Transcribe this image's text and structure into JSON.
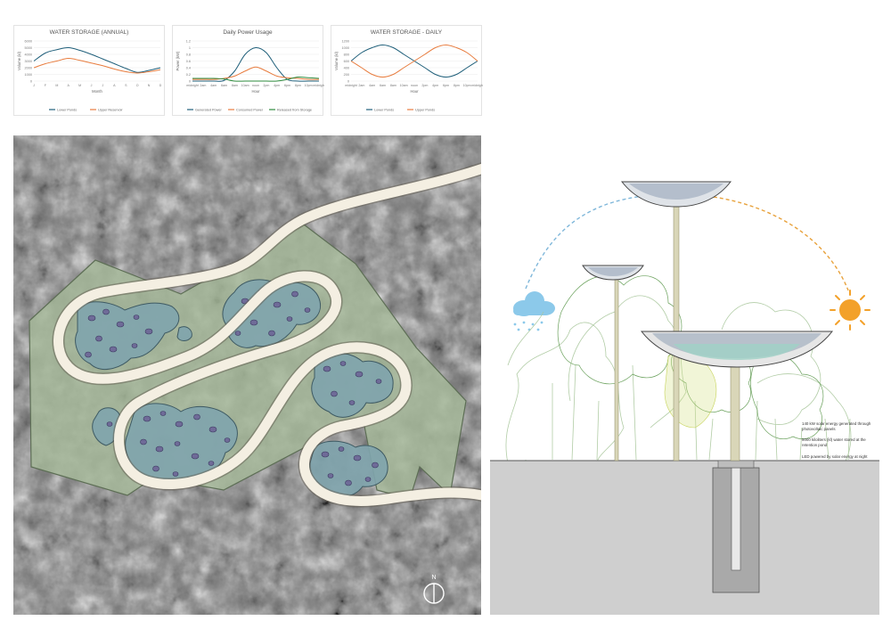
{
  "chart_data": [
    {
      "type": "line",
      "title": "WATER STORAGE (ANNUAL)",
      "xlabel": "Month",
      "ylabel": "Volume (kl)",
      "categories": [
        "J",
        "F",
        "M",
        "A",
        "M",
        "J",
        "J",
        "A",
        "S",
        "O",
        "N",
        "D"
      ],
      "ylim": [
        0,
        6000
      ],
      "yticks": [
        "0",
        "1000",
        "2000",
        "3000",
        "4000",
        "5000",
        "6000"
      ],
      "series": [
        {
          "name": "Lower Ponds",
          "color": "#1f5f7a",
          "values": [
            3000,
            4200,
            4700,
            5000,
            4600,
            4000,
            3300,
            2600,
            1900,
            1300,
            1600,
            2000
          ]
        },
        {
          "name": "Upper Reservoir",
          "color": "#e87c3e",
          "values": [
            2000,
            2600,
            3000,
            3400,
            3100,
            2700,
            2300,
            1800,
            1400,
            1200,
            1400,
            1700
          ]
        }
      ],
      "legend": "bottom"
    },
    {
      "type": "line",
      "title": "Daily Power Usage",
      "xlabel": "Hour",
      "ylabel": "Power (kW)",
      "categories": [
        "midnight",
        "2am",
        "4am",
        "6am",
        "8am",
        "10am",
        "noon",
        "2pm",
        "4pm",
        "6pm",
        "8pm",
        "10pm",
        "midnight"
      ],
      "ylim": [
        0,
        1.2
      ],
      "yticks": [
        "0",
        "0.2",
        "0.4",
        "0.6",
        "0.8",
        "1",
        "1.2"
      ],
      "series": [
        {
          "name": "Generated Power",
          "color": "#1f5f7a",
          "values": [
            0,
            0,
            0,
            0.02,
            0.3,
            0.8,
            1.0,
            0.85,
            0.4,
            0.05,
            0,
            0,
            0
          ]
        },
        {
          "name": "Consumed Power",
          "color": "#e87c3e",
          "values": [
            0.05,
            0.05,
            0.05,
            0.08,
            0.15,
            0.3,
            0.42,
            0.3,
            0.15,
            0.1,
            0.08,
            0.05,
            0.05
          ]
        },
        {
          "name": "Released from Storage",
          "color": "#2e8b3d",
          "values": [
            0.08,
            0.08,
            0.08,
            0.06,
            0,
            0,
            0,
            0,
            0,
            0.05,
            0.12,
            0.1,
            0.08
          ]
        }
      ],
      "legend": "bottom"
    },
    {
      "type": "line",
      "title": "WATER STORAGE - DAILY",
      "xlabel": "Hour",
      "ylabel": "Volume (kl)",
      "categories": [
        "midnight",
        "2am",
        "4am",
        "6am",
        "8am",
        "10am",
        "noon",
        "2pm",
        "4pm",
        "6pm",
        "8pm",
        "10pm",
        "midnight"
      ],
      "ylim": [
        0,
        1200
      ],
      "yticks": [
        "0",
        "200",
        "400",
        "600",
        "800",
        "1000",
        "1200"
      ],
      "series": [
        {
          "name": "Lower Ponds",
          "color": "#1f5f7a",
          "values": [
            600,
            850,
            1000,
            1080,
            1000,
            800,
            600,
            400,
            200,
            120,
            200,
            400,
            600
          ]
        },
        {
          "name": "Upper Ponds",
          "color": "#e87c3e",
          "values": [
            600,
            400,
            200,
            120,
            200,
            400,
            600,
            800,
            1000,
            1080,
            1000,
            850,
            600
          ]
        }
      ],
      "legend": "bottom"
    }
  ],
  "section": {
    "annotation_solar": "140 kW solar energy generated through photovoltaic panels",
    "annotation_water": "5000 kiloliters (kl) water stored at the retention pond",
    "annotation_led": "LED   powered by solar energy at night"
  },
  "north_arrow": {
    "label": "N"
  },
  "colors": {
    "lower": "#1f5f7a",
    "upper": "#e87c3e",
    "storage": "#2e8b3d",
    "grass": "#a6b99a",
    "pond": "#7fa4ad",
    "path": "#f4efe2",
    "rain_arc": "#7fb7da",
    "sun_arc": "#e8a23c",
    "sun": "#f3a12a",
    "cloud": "#8cc9ea",
    "ground": "#cfcfcf"
  },
  "icons": [
    "cloud-icon",
    "rain-icon",
    "sun-icon",
    "north-arrow-icon"
  ]
}
